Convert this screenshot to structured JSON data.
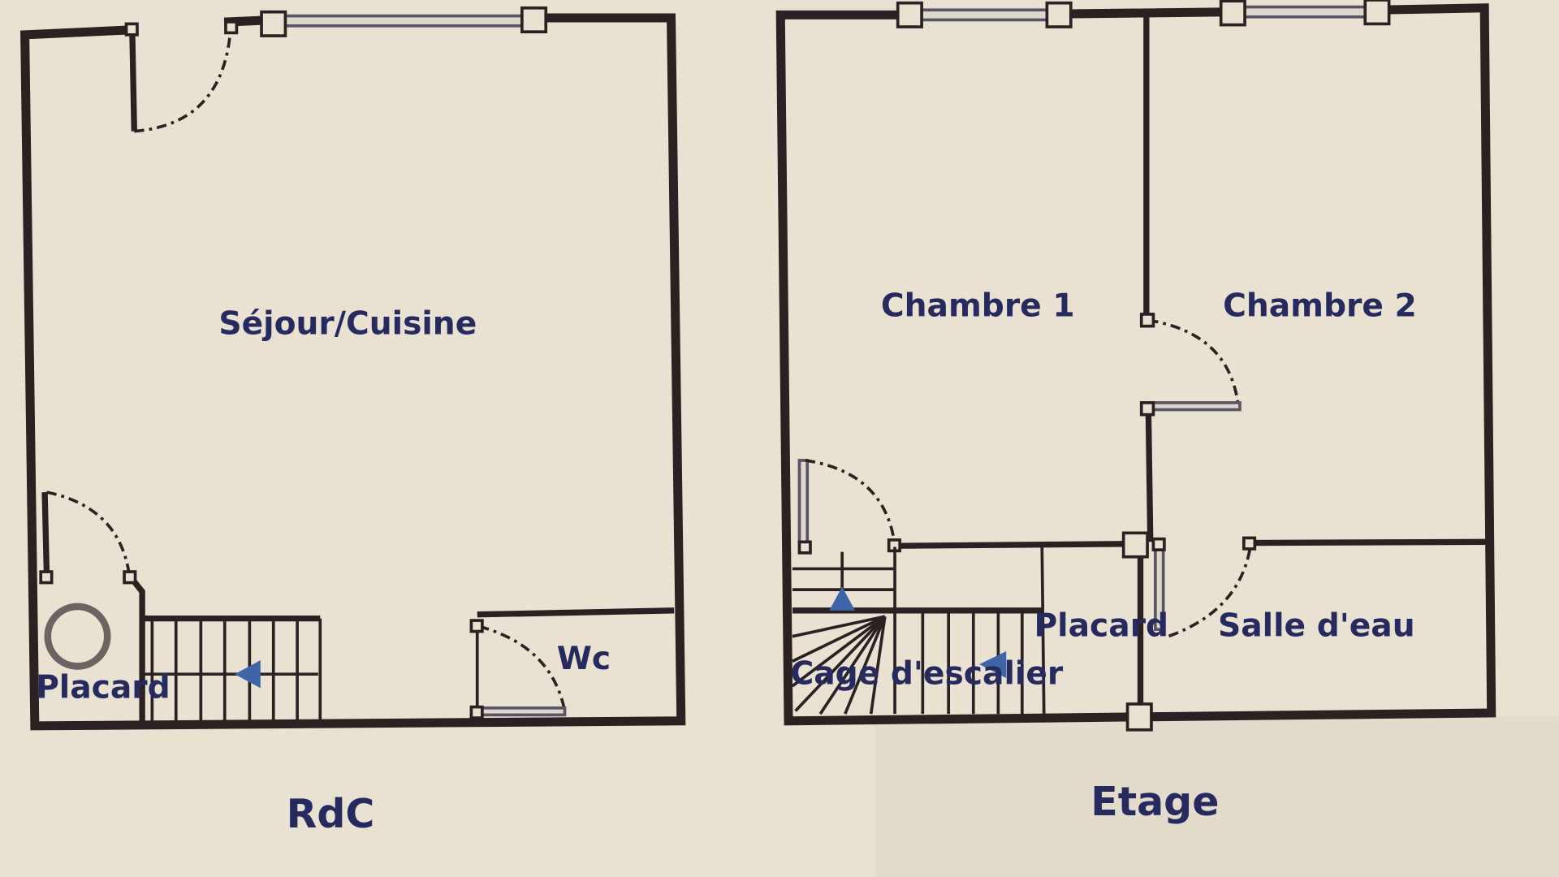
{
  "plans": {
    "ground": {
      "title": "RdC",
      "rooms": [
        "Séjour/Cuisine",
        "Placard",
        "Wc"
      ]
    },
    "upper": {
      "title": "Etage",
      "rooms": [
        "Chambre 1",
        "Chambre 2",
        "Placard",
        "Salle d'eau",
        "Cage d'escalier"
      ]
    }
  },
  "colors": {
    "wall": "#2a2222",
    "label": "#272a5e",
    "paper": "#e9e2d3",
    "arrow": "#3e66a6"
  }
}
